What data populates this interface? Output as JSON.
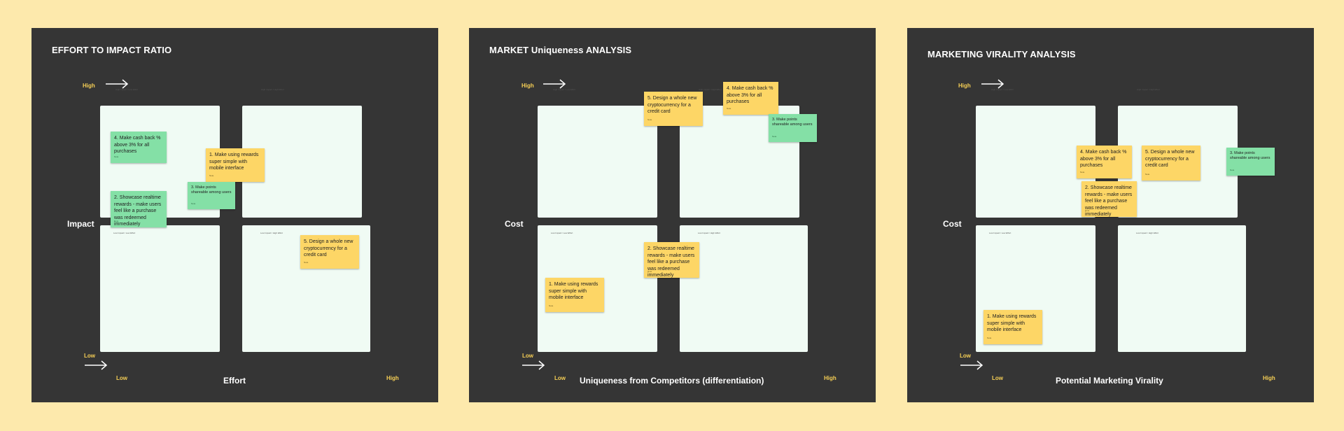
{
  "boards": [
    {
      "title": "EFFORT TO IMPACT RATIO",
      "y_axis": "Impact",
      "x_axis": "Effort",
      "high_left": "High",
      "low_left": "Low",
      "low_bottom": "Low",
      "high_bottom": "High",
      "quad_labels": {
        "tl": "High Impact / Low Effort",
        "tr": "High Impact / High Effort",
        "bl": "Low Impact / Low Effort",
        "br": "Low Impact / High Effort"
      },
      "notes": [
        {
          "text": "4. Make cash back % above 3% for all purchases",
          "meta": "Note"
        },
        {
          "text": "1. Make using rewards super simple with mobile interface",
          "meta": "Note"
        },
        {
          "text": "3. Make points shareable among users",
          "meta": "Note"
        },
        {
          "text": "2. Showcase realtime rewards - make users feel like a purchase was redeemed immediately",
          "meta": "Note"
        },
        {
          "text": "5. Design a whole new cryptocurrency for a credit card",
          "meta": "Note"
        }
      ]
    },
    {
      "title": "MARKET Uniqueness ANALYSIS",
      "y_axis": "Cost",
      "x_axis": "Uniqueness from Competitors (differentiation)",
      "high_left": "High",
      "low_left": "Low",
      "low_bottom": "Low",
      "high_bottom": "High",
      "quad_labels": {
        "tl": "High Impact / Low Effort",
        "tr": "High Impact / High Effort",
        "bl": "Low Impact / Low Effort",
        "br": "Low Impact / High Effort"
      },
      "notes": [
        {
          "text": "5. Design a whole new cryptocurrency for a credit card",
          "meta": "Note"
        },
        {
          "text": "4. Make cash back % above 3% for all purchases",
          "meta": "Note"
        },
        {
          "text": "3. Make points shareable among users",
          "meta": "Note"
        },
        {
          "text": "2. Showcase realtime rewards - make users feel like a purchase was redeemed immediately",
          "meta": "Note"
        },
        {
          "text": "1. Make using rewards super simple with mobile interface",
          "meta": "Note"
        }
      ]
    },
    {
      "title": "MARKETING VIRALITY ANALYSIS",
      "y_axis": "Cost",
      "x_axis": "Potential Marketing Virality",
      "high_left": "High",
      "low_left": "Low",
      "low_bottom": "Low",
      "high_bottom": "High",
      "quad_labels": {
        "tl": "High Impact / Low Effort",
        "tr": "High Impact / High Effort",
        "bl": "Low Impact / Low Effort",
        "br": "Low Impact / High Effort"
      },
      "notes": [
        {
          "text": "4. Make cash back % above 3% for all purchases",
          "meta": "Note"
        },
        {
          "text": "5. Design a whole new cryptocurrency for a credit card",
          "meta": "Note"
        },
        {
          "text": "3. Make points shareable among users",
          "meta": "Note"
        },
        {
          "text": "2. Showcase realtime rewards - make users feel like a purchase was redeemed immediately",
          "meta": "Note"
        },
        {
          "text": "1. Make using rewards super simple with mobile interface",
          "meta": "Note"
        }
      ]
    }
  ],
  "colors": {
    "background": "#fde9ac",
    "board": "#353535",
    "quadrant": "#f0fbf4",
    "accent": "#f6cf55",
    "note_yellow": "#fdd666",
    "note_green": "#84e0a6"
  },
  "icons": {
    "arrow": "arrow-right-icon"
  }
}
